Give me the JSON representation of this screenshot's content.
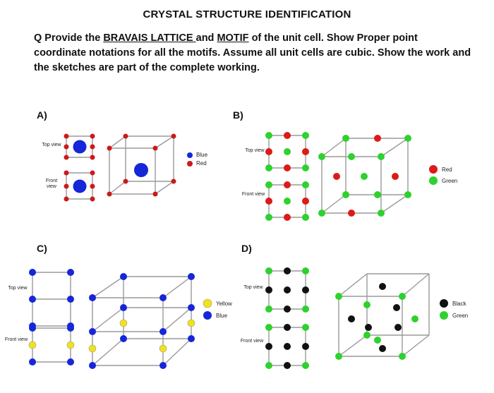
{
  "title": "CRYSTAL STRUCTURE IDENTIFICATION",
  "question": {
    "prefix": "Q Provide the ",
    "bravais": "BRAVAIS LATTICE ",
    "and": "and ",
    "motif": "MOTIF",
    "suffix": " of the unit cell. Show Proper point coordinate notations for all the motifs. Assume all unit cells are cubic. Show the work and the sketches are part of the complete working."
  },
  "panels": [
    {
      "label": "A)",
      "top_view": "Top view",
      "front_view": "Front view",
      "legend": [
        {
          "name": "Blue",
          "color": "#1626d9"
        },
        {
          "name": "Red",
          "color": "#cc1a1a"
        }
      ]
    },
    {
      "label": "B)",
      "top_view": "Top view",
      "front_view": "Front view",
      "legend": [
        {
          "name": "Red",
          "color": "#dd1a1a"
        },
        {
          "name": "Green",
          "color": "#2ed12e"
        }
      ]
    },
    {
      "label": "C)",
      "top_view": "Top view",
      "front_view": "Front view",
      "legend": [
        {
          "name": "Yellow",
          "color": "#f2e21a"
        },
        {
          "name": "Blue",
          "color": "#1626d9"
        }
      ]
    },
    {
      "label": "D)",
      "top_view": "Top view",
      "front_view": "Front view",
      "legend": [
        {
          "name": "Black",
          "color": "#111111"
        },
        {
          "name": "Green",
          "color": "#2ed12e"
        }
      ]
    }
  ]
}
